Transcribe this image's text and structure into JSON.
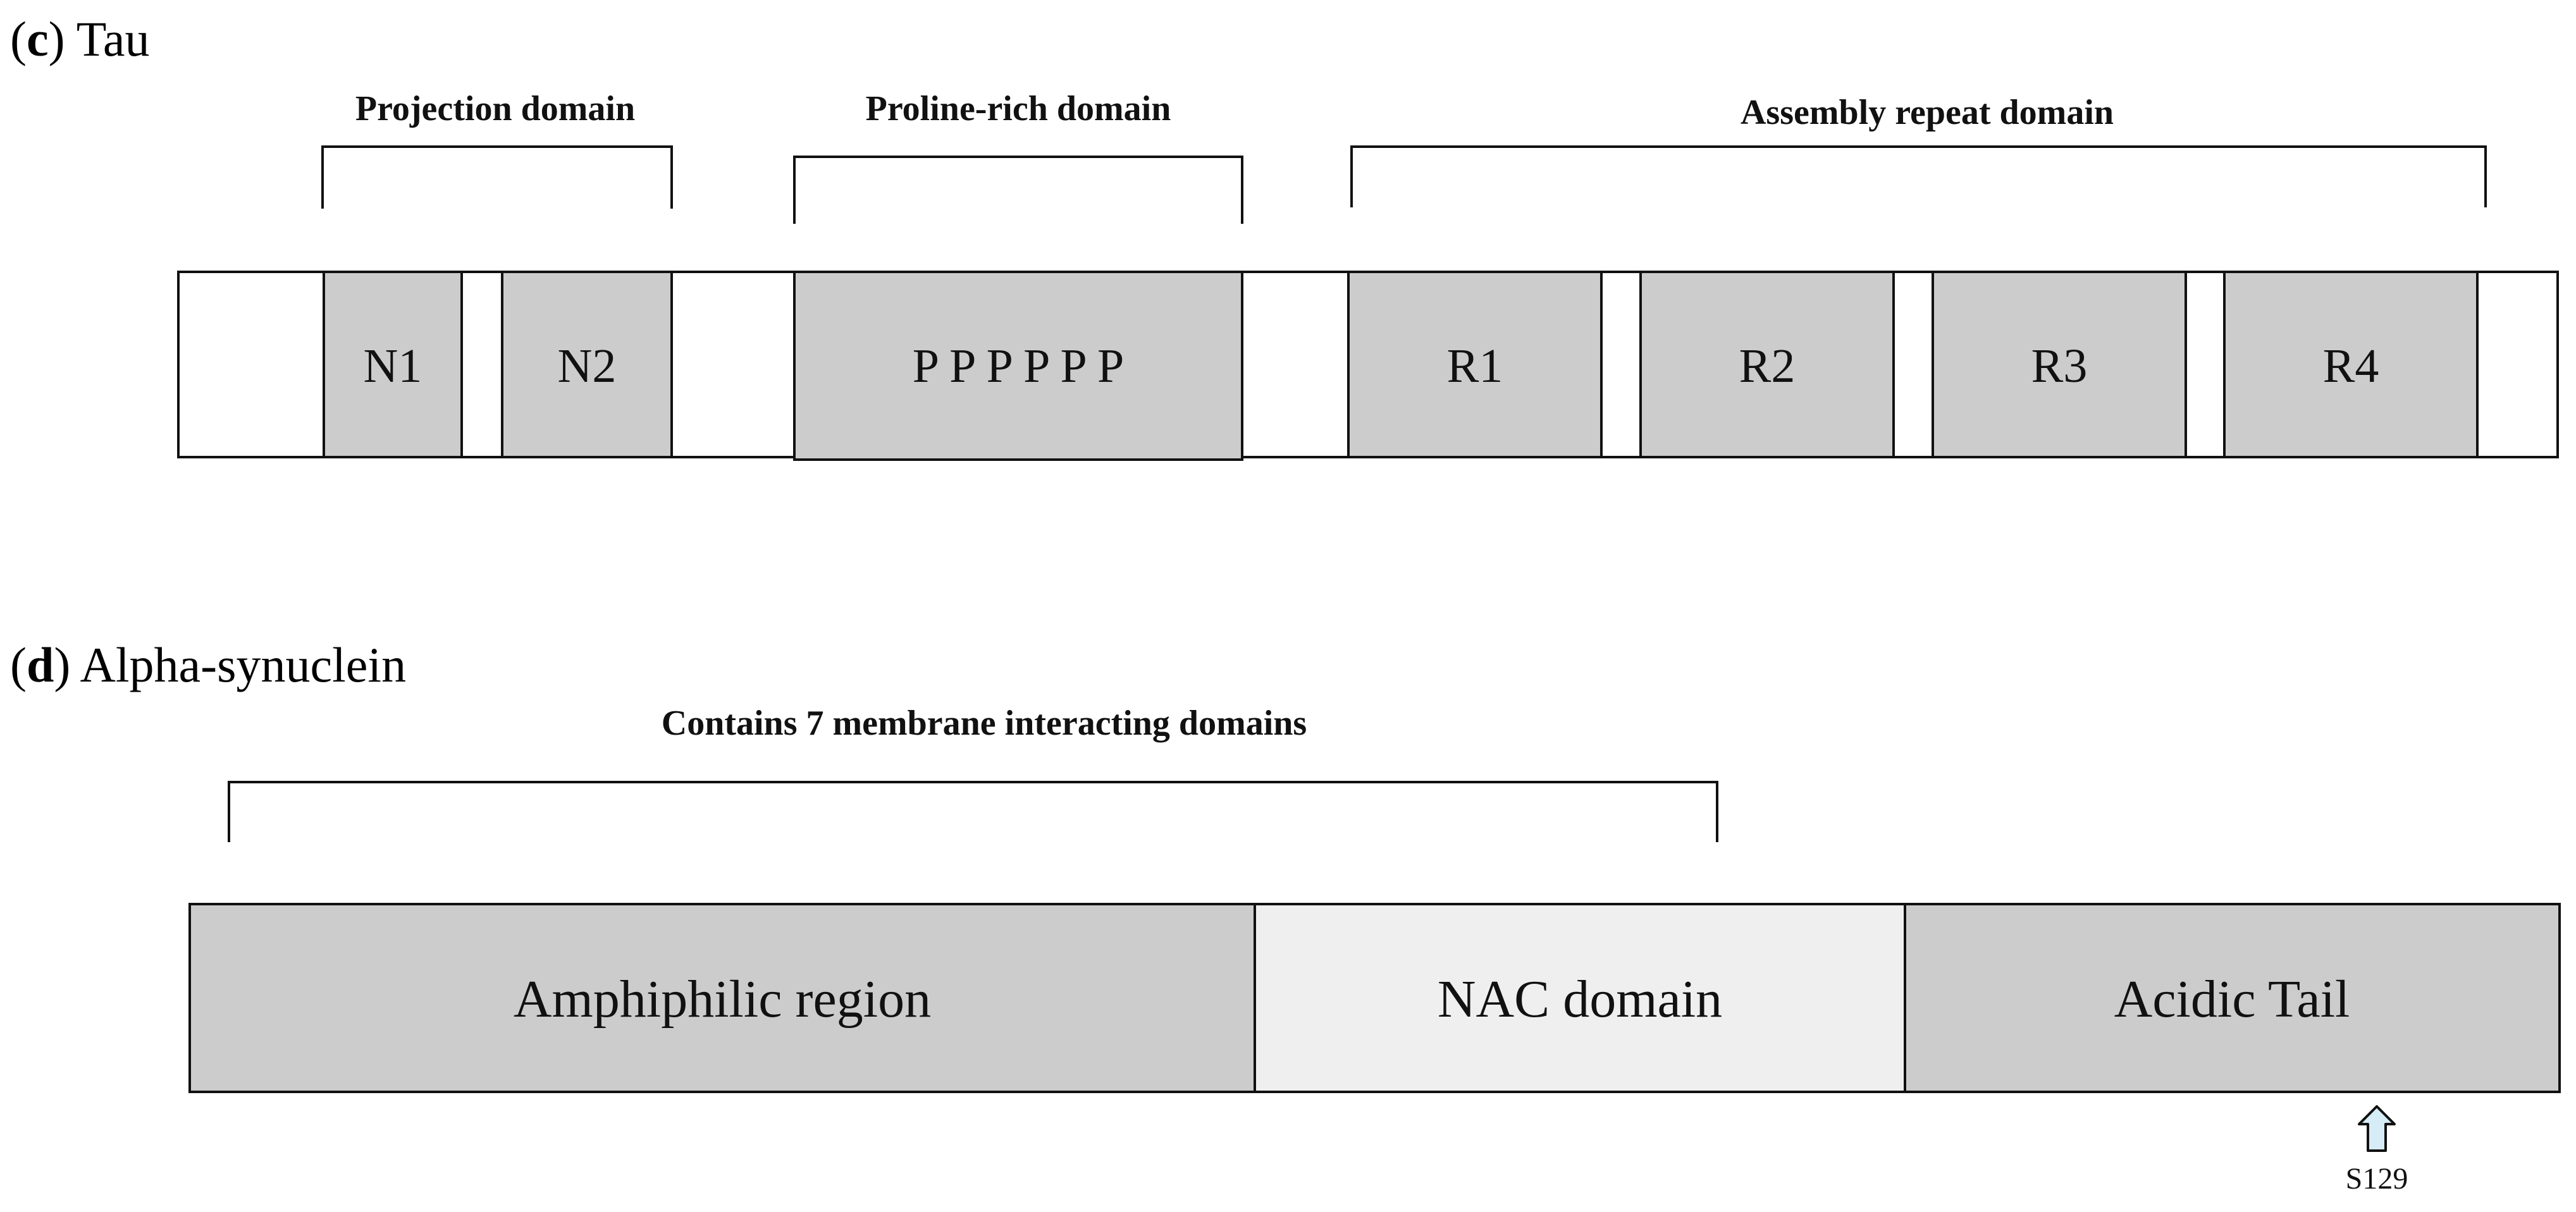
{
  "tau": {
    "panel_letter": "c",
    "panel_name": "Tau",
    "brackets": {
      "projection": "Projection domain",
      "proline": "Proline-rich domain",
      "assembly": "Assembly repeat domain"
    },
    "segments": {
      "n1": "N1",
      "n2": "N2",
      "p": "P P P P P P",
      "r1": "R1",
      "r2": "R2",
      "r3": "R3",
      "r4": "R4"
    }
  },
  "alpha_synuclein": {
    "panel_letter": "d",
    "panel_name": "Alpha-synuclein",
    "bracket_label": "Contains 7 membrane interacting domains",
    "segments": {
      "amphiphilic": "Amphiphilic region",
      "nac": "NAC domain",
      "acidic": "Acidic Tail"
    },
    "site_label": "S129"
  },
  "colors": {
    "segment_fill": "#cccccc",
    "nac_fill": "#efefef",
    "outline": "#111111",
    "arrow_fill": "#d6ecf7"
  }
}
